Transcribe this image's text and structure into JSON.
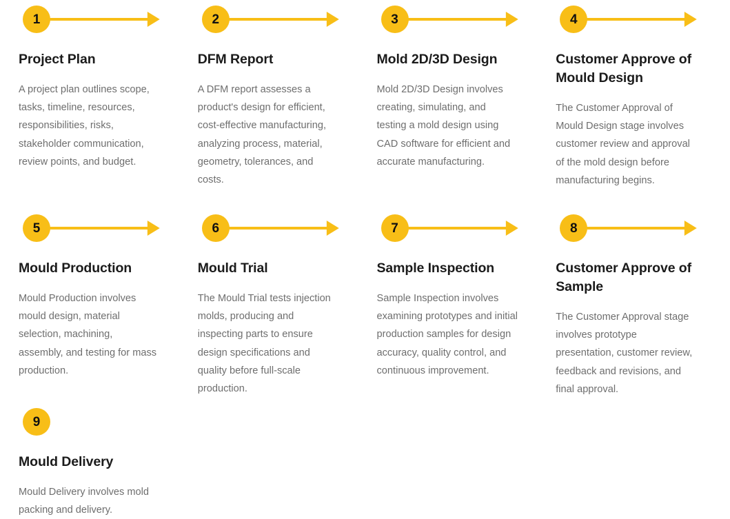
{
  "theme": {
    "accent": "#F8BE17",
    "title_color": "#1b1b1b",
    "body_color": "#6e6e6e",
    "background": "#ffffff"
  },
  "process": {
    "steps": [
      {
        "number": "1",
        "title": "Project Plan",
        "description": "A project plan outlines scope, tasks, timeline, resources, responsibilities, risks, stakeholder communication, review points, and budget.",
        "has_arrow": true
      },
      {
        "number": "2",
        "title": "DFM Report",
        "description": "A DFM report assesses a product's design for efficient, cost-effective manufacturing, analyzing process, material, geometry, tolerances, and costs.",
        "has_arrow": true
      },
      {
        "number": "3",
        "title": "Mold 2D/3D Design",
        "description": "Mold 2D/3D Design involves creating, simulating, and testing a mold design using CAD software for efficient and accurate manufacturing.",
        "has_arrow": true
      },
      {
        "number": "4",
        "title": "Customer Approve of Mould Design",
        "description": "The Customer Approval of Mould Design stage involves customer review and approval of the mold design before manufacturing begins.",
        "has_arrow": true
      },
      {
        "number": "5",
        "title": "Mould Production",
        "description": "Mould Production involves mould design, material selection, machining, assembly, and testing for mass production.",
        "has_arrow": true
      },
      {
        "number": "6",
        "title": "Mould Trial",
        "description": "The Mould Trial tests injection molds, producing and inspecting parts to ensure design specifications and quality before full-scale production.",
        "has_arrow": true
      },
      {
        "number": "7",
        "title": "Sample Inspection",
        "description": "Sample Inspection involves examining prototypes and initial production samples for design accuracy, quality control, and continuous improvement.",
        "has_arrow": true
      },
      {
        "number": "8",
        "title": "Customer Approve of Sample",
        "description": "The Customer Approval stage involves prototype presentation, customer review, feedback and revisions, and final approval.",
        "has_arrow": true
      },
      {
        "number": "9",
        "title": "Mould Delivery",
        "description": "Mould Delivery involves mold packing and delivery.",
        "has_arrow": false
      }
    ]
  }
}
